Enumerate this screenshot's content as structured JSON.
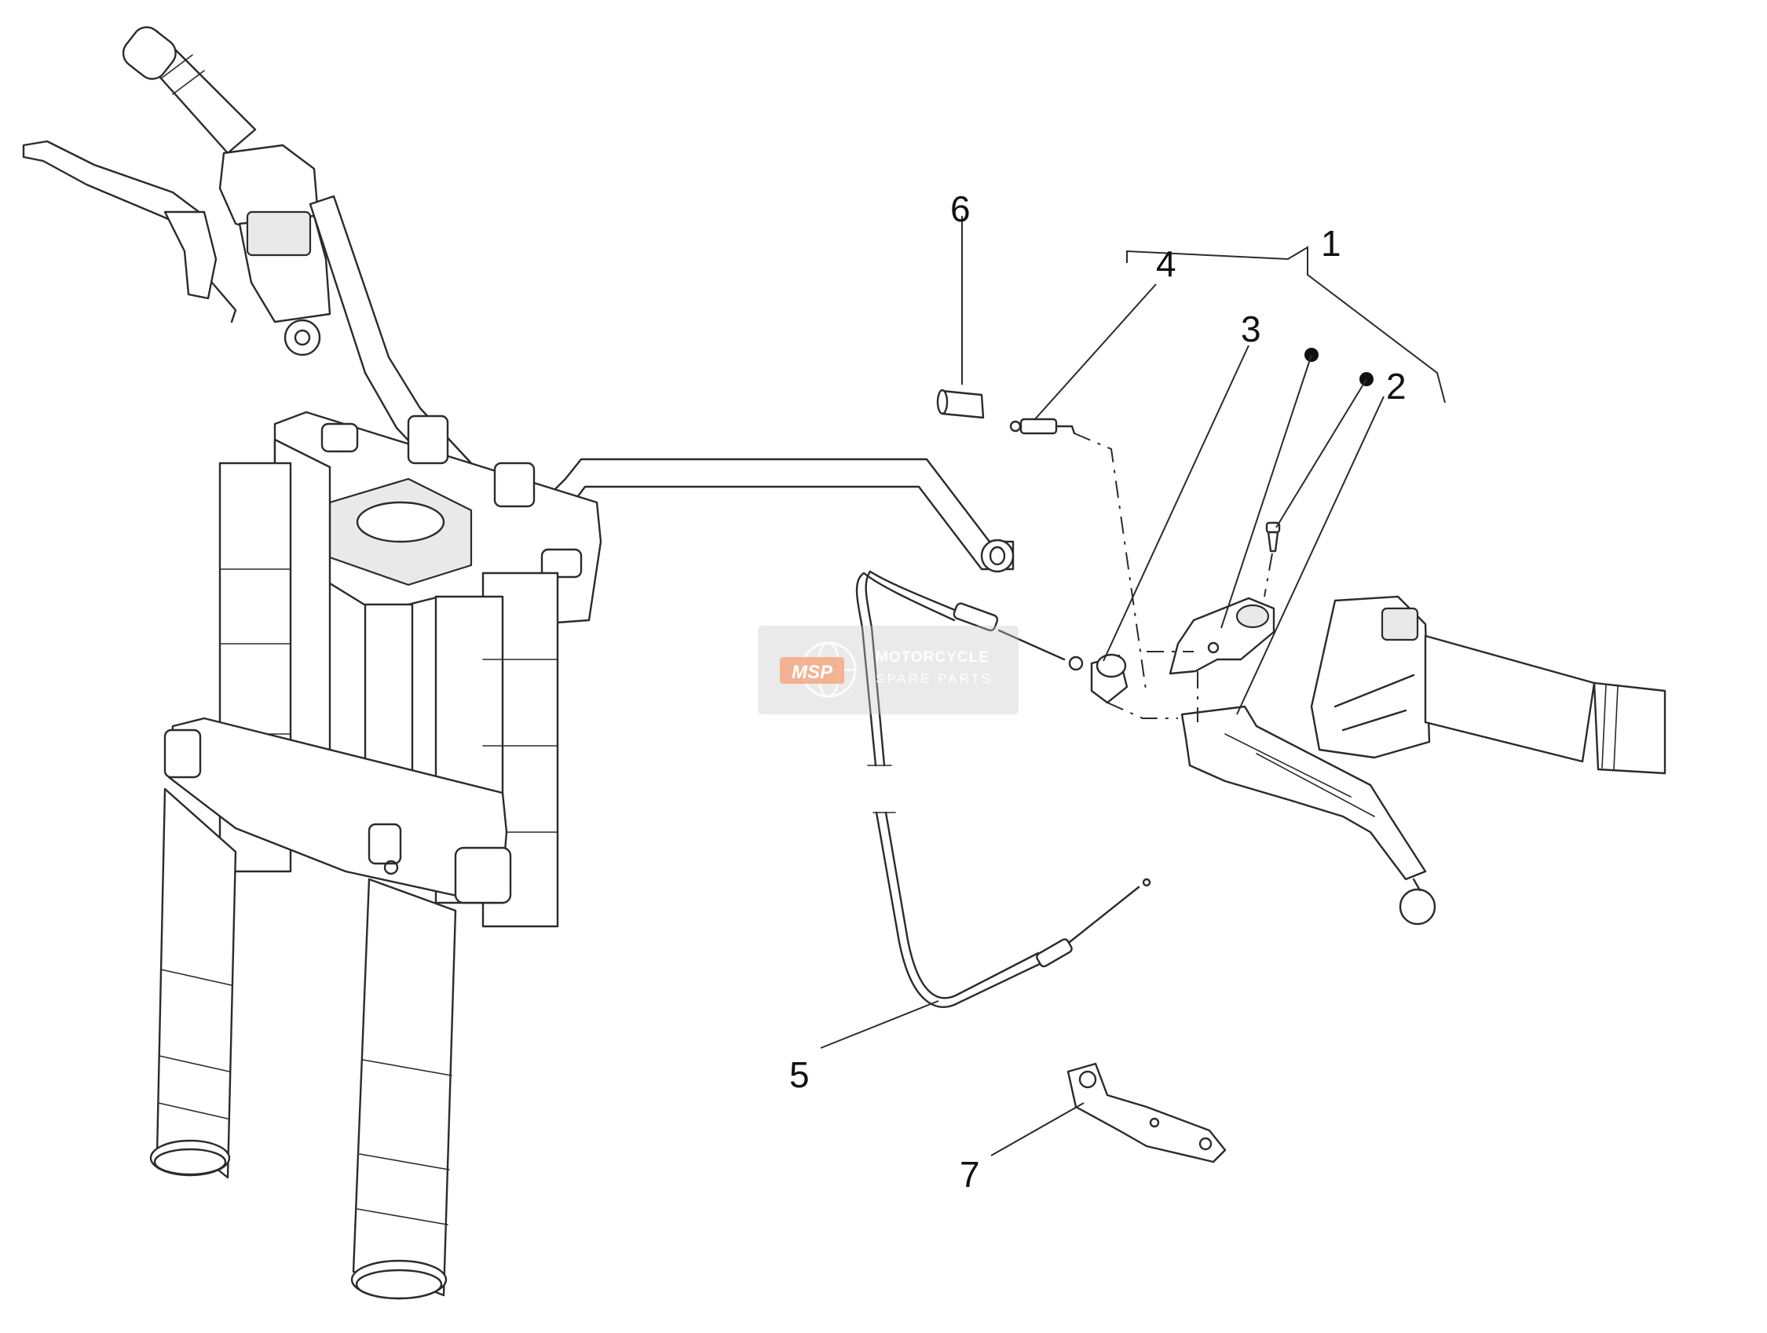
{
  "callouts": [
    {
      "id": "1",
      "label": "1"
    },
    {
      "id": "2",
      "label": "2"
    },
    {
      "id": "3",
      "label": "3"
    },
    {
      "id": "4",
      "label": "4"
    },
    {
      "id": "5",
      "label": "5"
    },
    {
      "id": "6",
      "label": "6"
    },
    {
      "id": "7",
      "label": "7"
    }
  ],
  "watermark": {
    "badge": "MSP",
    "line1": "MOTORCYCLE",
    "line2": "SPARE PARTS",
    "accent_color": "#f4a882"
  },
  "colors": {
    "line": "#2b2b2b",
    "background": "#ffffff"
  }
}
